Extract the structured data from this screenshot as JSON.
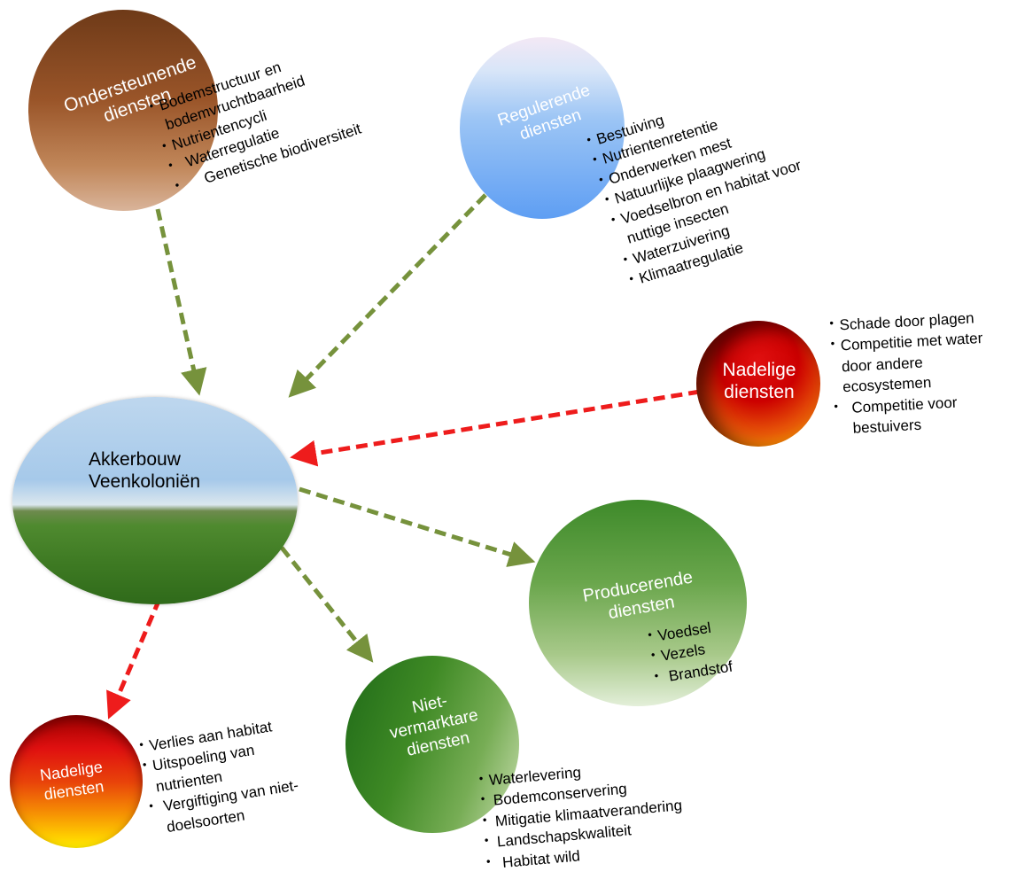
{
  "center": {
    "line1": "Akkerbouw",
    "line2": "Veenkoloniën"
  },
  "ondersteunende": {
    "title_line1": "Ondersteunende",
    "title_line2": "diensten",
    "items": [
      [
        "Bodemstructuur en",
        "bodemvruchtbaarheid"
      ],
      [
        "Nutrientencycli"
      ],
      [
        "Waterregulatie"
      ],
      [
        "Genetische biodiversiteit"
      ]
    ]
  },
  "regulerende": {
    "title_line1": "Regulerende",
    "title_line2": "diensten",
    "items": [
      [
        "Bestuiving"
      ],
      [
        "Nutrientenretentie"
      ],
      [
        "Onderwerken mest"
      ],
      [
        "Natuurlijke plaagwering"
      ],
      [
        "Voedselbron en habitat voor",
        "nuttige insecten"
      ],
      [
        "Waterzuivering"
      ],
      [
        "Klimaatregulatie"
      ]
    ]
  },
  "nadelig_right": {
    "title_line1": "Nadelige",
    "title_line2": "diensten",
    "items": [
      [
        "Schade door plagen"
      ],
      [
        "Competitie met water",
        "door andere",
        "ecosystemen"
      ],
      [
        "Competitie voor",
        "bestuivers"
      ]
    ]
  },
  "producerende": {
    "title_line1": "Producerende",
    "title_line2": "diensten",
    "items": [
      [
        "Voedsel"
      ],
      [
        "Vezels"
      ],
      [
        "Brandstof"
      ]
    ]
  },
  "nietvermarktare": {
    "title_line1": "Niet-",
    "title_line2": "vermarktare",
    "title_line3": "diensten",
    "items": [
      [
        "Waterlevering"
      ],
      [
        "Bodemconservering"
      ],
      [
        "Mitigatie klimaatverandering"
      ],
      [
        "Landschapskwaliteit"
      ],
      [
        "Habitat wild"
      ]
    ]
  },
  "nadelig_left": {
    "title_line1": "Nadelige",
    "title_line2": "diensten",
    "items": [
      [
        "Verlies aan habitat"
      ],
      [
        "Uitspoeling van",
        "nutrienten"
      ],
      [
        "Vergiftiging van niet-",
        "doelsoorten"
      ]
    ]
  },
  "colors": {
    "green_arrow": "#76923c",
    "red_arrow": "#ee1c1c",
    "brown": "#a05a2a",
    "blue": "#5ea0f4",
    "forest": "#3f8a25"
  }
}
